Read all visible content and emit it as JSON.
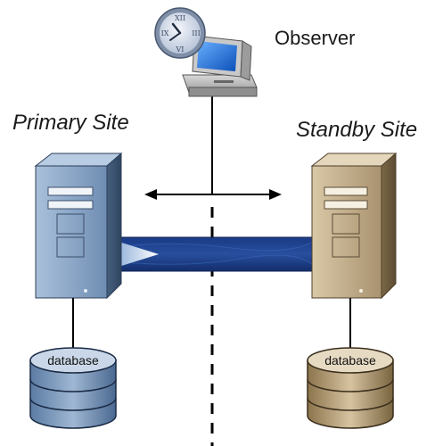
{
  "labels": {
    "observer": "Observer",
    "primary_site": "Primary Site",
    "standby_site": "Standby Site"
  },
  "databases": {
    "primary": "database",
    "standby": "database"
  },
  "icons": {
    "observer": "clock-computer-icon",
    "primary_server": "server-tower-icon",
    "standby_server": "server-tower-icon",
    "primary_db": "database-cylinder-icon",
    "standby_db": "database-cylinder-icon"
  },
  "colors": {
    "primary_server": "#7e9bbd",
    "standby_server": "#b9a27c",
    "replication": "#1d3f8a",
    "primary_db": "#6f8eb3",
    "standby_db": "#a68e63"
  }
}
